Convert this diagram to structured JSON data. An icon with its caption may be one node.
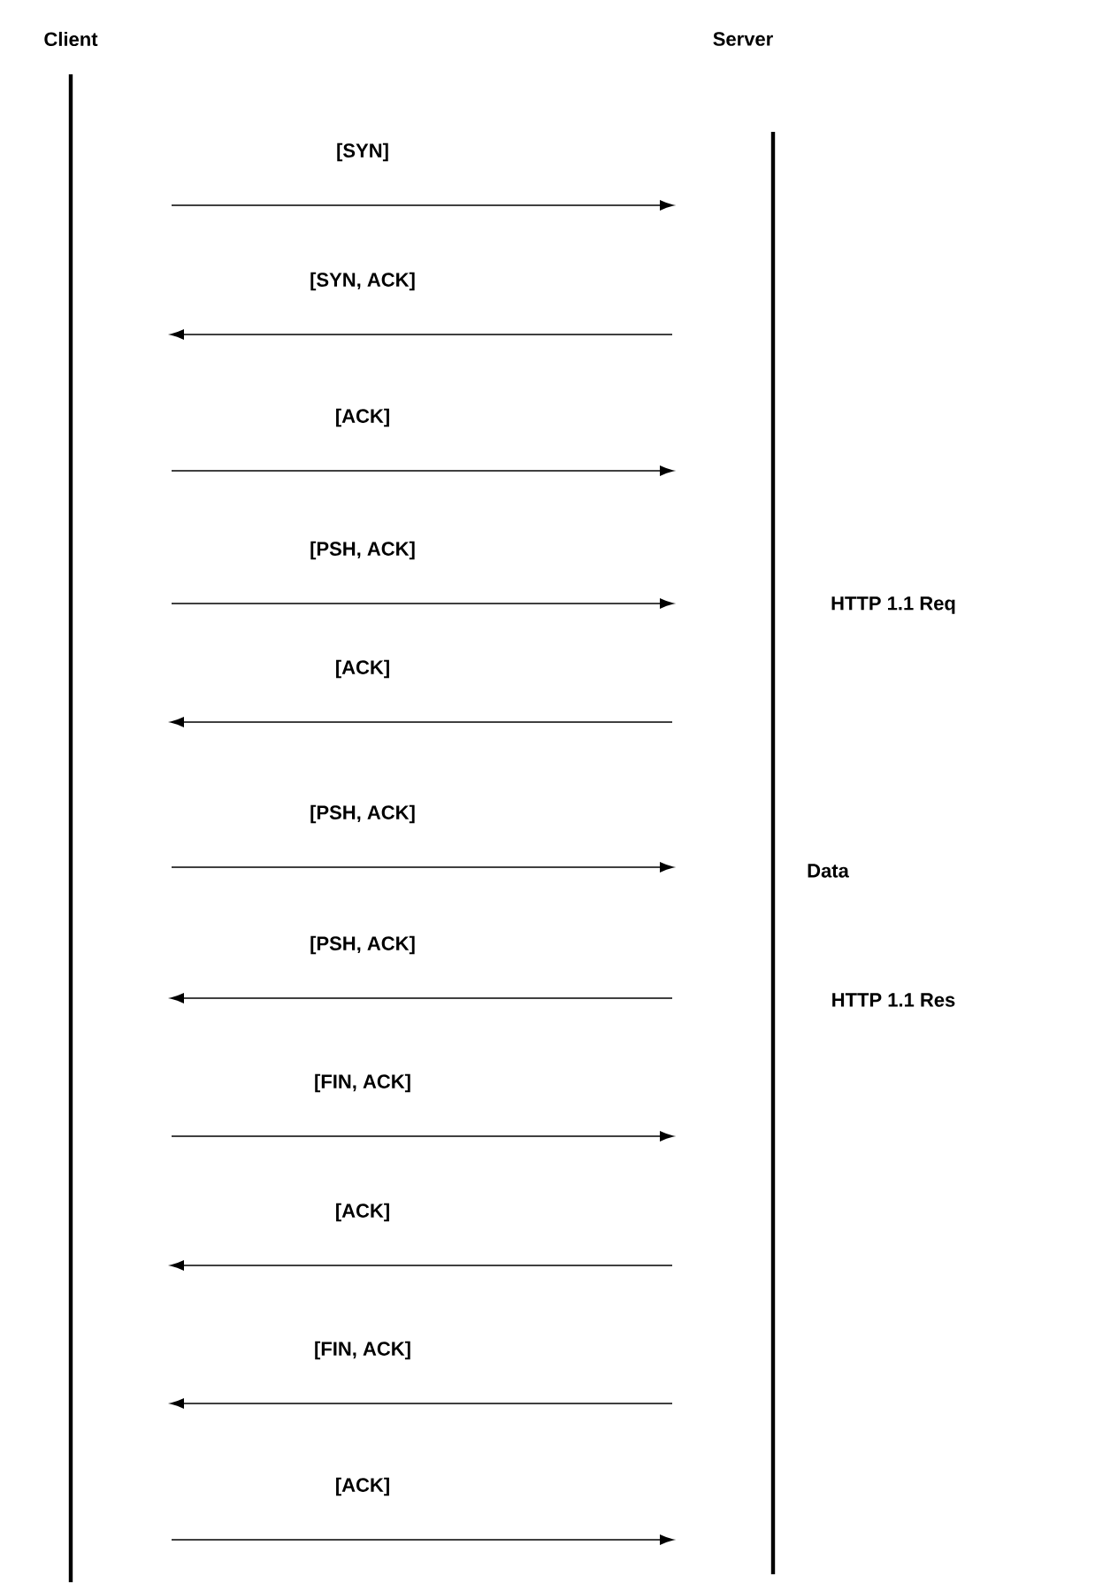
{
  "diagram": {
    "nodes": [
      {
        "text": [
          "Client"
        ]
      },
      {
        "text": [
          "Server"
        ]
      },
      {
        "text": [],
        "shape": "bar"
      },
      {
        "text": [],
        "shape": "bar"
      }
    ],
    "edges": [
      {
        "from": 2,
        "to": 3,
        "arrow": "to",
        "label": "[SYN]"
      },
      {
        "from": 3,
        "to": 2,
        "arrow": "to",
        "label": "[SYN, ACK]"
      },
      {
        "from": 2,
        "to": 3,
        "arrow": "to",
        "label": "[ACK]"
      },
      {
        "from": 2,
        "to": 3,
        "arrow": "to",
        "label": "[PSH, ACK]"
      },
      {
        "from": 3,
        "to": 2,
        "arrow": "to",
        "label": "[ACK]"
      },
      {
        "from": 2,
        "to": 3,
        "arrow": "to",
        "label": "[PSH, ACK]"
      },
      {
        "from": 3,
        "to": 2,
        "arrow": "to",
        "label": "[PSH, ACK]"
      },
      {
        "from": 2,
        "to": 3,
        "arrow": "to",
        "label": "[FIN, ACK]"
      },
      {
        "from": 3,
        "to": 2,
        "arrow": "to",
        "label": "[ACK]"
      },
      {
        "from": 3,
        "to": 2,
        "arrow": "to",
        "label": "[FIN, ACK]"
      },
      {
        "from": 2,
        "to": 3,
        "arrow": "to",
        "label": "[ACK]"
      }
    ],
    "labels": [
      "HTTP 1.1 Req",
      "Data",
      "HTTP 1.1 Res"
    ]
  }
}
